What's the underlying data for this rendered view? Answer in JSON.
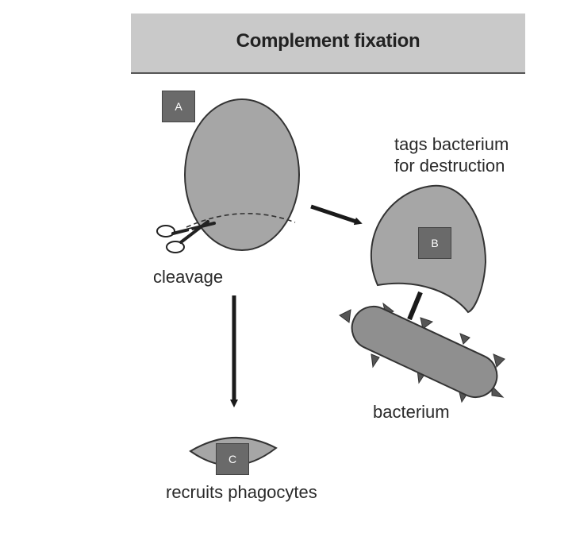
{
  "title": "Complement fixation",
  "labels": {
    "box_a": "A",
    "box_b": "B",
    "box_c": "C",
    "cleavage": "cleavage",
    "tags_line1": "tags bacterium",
    "tags_line2": "for destruction",
    "bacterium": "bacterium",
    "recruits": "recruits phagocytes"
  },
  "colors": {
    "header_background": "#c9c9c9",
    "shape_fill": "#a6a6a6",
    "box_fill": "#6a6a6a",
    "arrow": "#1a1a1a"
  },
  "icons": [
    "scissors-icon",
    "spike-icon"
  ]
}
